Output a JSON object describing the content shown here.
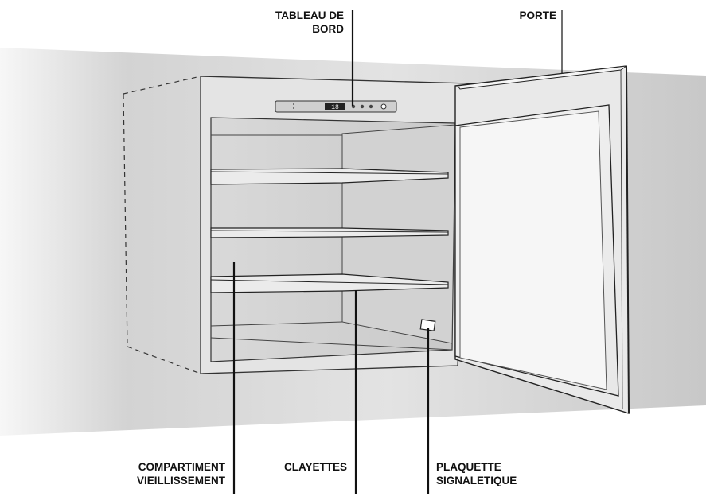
{
  "labels": {
    "control_panel": {
      "line1": "TABLEAU DE",
      "line2": "BORD"
    },
    "door": "PORTE",
    "aging_compartment": {
      "line1": "COMPARTIMENT",
      "line2": "VIEILLISSEMENT"
    },
    "shelves": "CLAYETTES",
    "rating_plate": {
      "line1": "PLAQUETTE",
      "line2": "SIGNALETIQUE"
    }
  },
  "display": {
    "readout": "18"
  },
  "colors": {
    "wall_dark": "#cfcfcf",
    "wall_light": "#f4f4f4",
    "cabinet_frame": "#e6e6e6",
    "cabinet_interior": "#dcdcdc",
    "door_face": "#f2f2f2",
    "line": "#2a2a2a"
  }
}
